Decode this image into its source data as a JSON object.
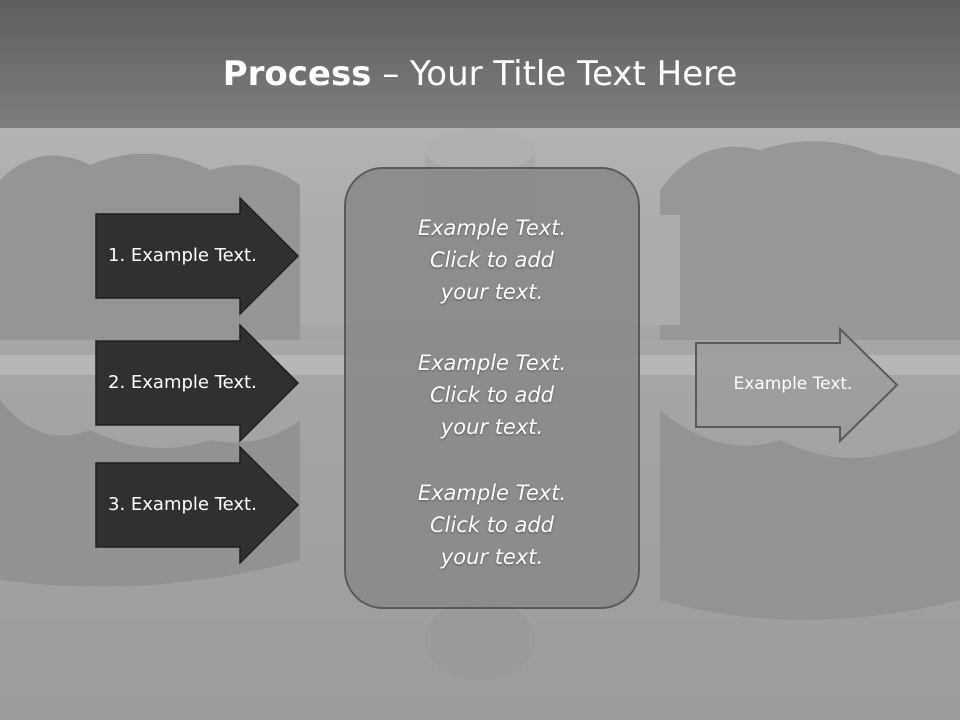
{
  "title": {
    "bold": "Process",
    "rest": " – Your Title Text Here"
  },
  "left_arrows": [
    {
      "label": "1. Example Text."
    },
    {
      "label": "2. Example Text."
    },
    {
      "label": "3. Example Text."
    }
  ],
  "center_box": {
    "blocks": [
      {
        "lines": [
          "Example Text.",
          "Click  to add",
          "your text."
        ]
      },
      {
        "lines": [
          "Example Text.",
          "Click  to add",
          "your text."
        ]
      },
      {
        "lines": [
          "Example Text.",
          "Click  to add",
          "your text."
        ]
      }
    ]
  },
  "right_arrow": {
    "label": "Example Text."
  },
  "colors": {
    "dark_arrow": "#303030",
    "center_box": "#8a8a8a",
    "right_arrow": "#9a9a9a",
    "title_band": "#606060"
  }
}
